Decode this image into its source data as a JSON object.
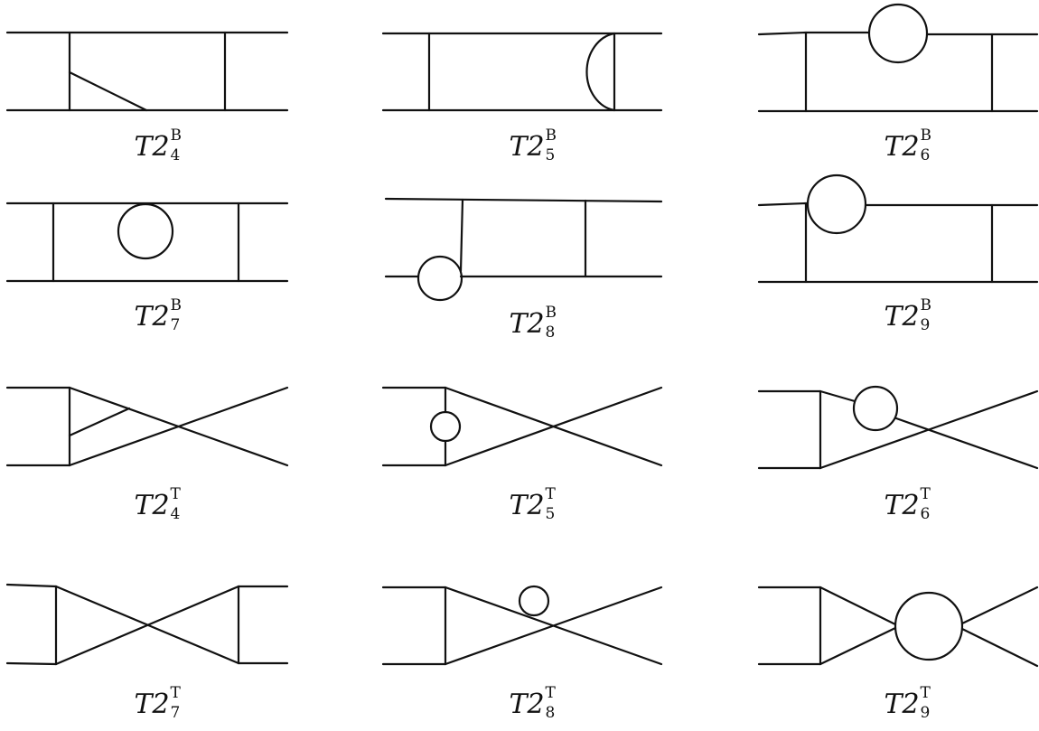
{
  "diagrams": [
    {
      "id": "T2B4",
      "base": "T2",
      "sup": "B",
      "sub": "4"
    },
    {
      "id": "T2B5",
      "base": "T2",
      "sup": "B",
      "sub": "5"
    },
    {
      "id": "T2B6",
      "base": "T2",
      "sup": "B",
      "sub": "6"
    },
    {
      "id": "T2B7",
      "base": "T2",
      "sup": "B",
      "sub": "7"
    },
    {
      "id": "T2B8",
      "base": "T2",
      "sup": "B",
      "sub": "8"
    },
    {
      "id": "T2B9",
      "base": "T2",
      "sup": "B",
      "sub": "9"
    },
    {
      "id": "T2T4",
      "base": "T2",
      "sup": "T",
      "sub": "4"
    },
    {
      "id": "T2T5",
      "base": "T2",
      "sup": "T",
      "sub": "5"
    },
    {
      "id": "T2T6",
      "base": "T2",
      "sup": "T",
      "sub": "6"
    },
    {
      "id": "T2T7",
      "base": "T2",
      "sup": "T",
      "sub": "7"
    },
    {
      "id": "T2T8",
      "base": "T2",
      "sup": "T",
      "sub": "8"
    },
    {
      "id": "T2T9",
      "base": "T2",
      "sup": "T",
      "sub": "9"
    }
  ]
}
